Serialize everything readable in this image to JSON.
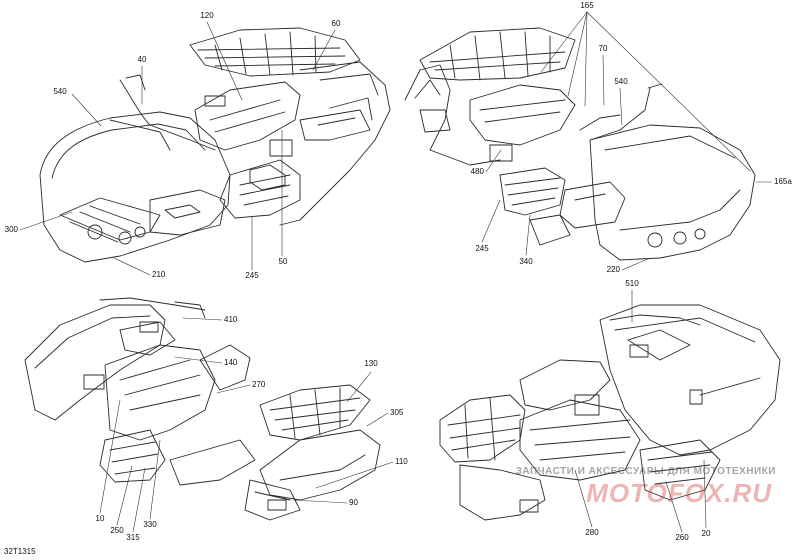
{
  "diagram": {
    "figure_code": "32T1315",
    "colors": {
      "line": "#2a2a2a",
      "leader": "#333333",
      "watermark_red": "#cc3c37"
    },
    "views": {
      "top_left": [
        {
          "id": "120",
          "text": "120",
          "pos": "top"
        },
        {
          "id": "60",
          "text": "60",
          "pos": "top"
        },
        {
          "id": "40",
          "text": "40",
          "pos": "top"
        },
        {
          "id": "540a",
          "text": "540",
          "pos": "top"
        },
        {
          "id": "300",
          "text": "300",
          "pos": "left"
        },
        {
          "id": "210",
          "text": "210",
          "pos": "right"
        },
        {
          "id": "245a",
          "text": "245",
          "pos": "bottom"
        },
        {
          "id": "50",
          "text": "50",
          "pos": "bottom"
        }
      ],
      "top_right": [
        {
          "id": "165",
          "text": "165",
          "pos": "top"
        },
        {
          "id": "70",
          "text": "70",
          "pos": "top"
        },
        {
          "id": "540b",
          "text": "540",
          "pos": "top"
        },
        {
          "id": "480",
          "text": "480",
          "pos": "left"
        },
        {
          "id": "245b",
          "text": "245",
          "pos": "bottom"
        },
        {
          "id": "340",
          "text": "340",
          "pos": "bottom"
        },
        {
          "id": "220",
          "text": "220",
          "pos": "left"
        },
        {
          "id": "165a",
          "text": "165a",
          "pos": "right"
        }
      ],
      "bottom_left": [
        {
          "id": "410",
          "text": "410",
          "pos": "right"
        },
        {
          "id": "140",
          "text": "140",
          "pos": "right"
        },
        {
          "id": "130",
          "text": "130",
          "pos": "top"
        },
        {
          "id": "270",
          "text": "270",
          "pos": "right"
        },
        {
          "id": "305",
          "text": "305",
          "pos": "right"
        },
        {
          "id": "110",
          "text": "110",
          "pos": "right"
        },
        {
          "id": "90",
          "text": "90",
          "pos": "right"
        },
        {
          "id": "10",
          "text": "10",
          "pos": "bottom"
        },
        {
          "id": "250",
          "text": "250",
          "pos": "bottom"
        },
        {
          "id": "315",
          "text": "315",
          "pos": "bottom"
        },
        {
          "id": "330",
          "text": "330",
          "pos": "bottom"
        }
      ],
      "bottom_right": [
        {
          "id": "510",
          "text": "510",
          "pos": "top"
        },
        {
          "id": "280",
          "text": "280",
          "pos": "bottom"
        },
        {
          "id": "260",
          "text": "260",
          "pos": "bottom"
        },
        {
          "id": "20",
          "text": "20",
          "pos": "bottom"
        }
      ]
    }
  },
  "watermark": {
    "line": "ЗАПЧАСТИ И АКСЕССУАРЫ ДЛЯ МОТОТЕХНИКИ",
    "logo": "MOTOFOX.RU"
  }
}
